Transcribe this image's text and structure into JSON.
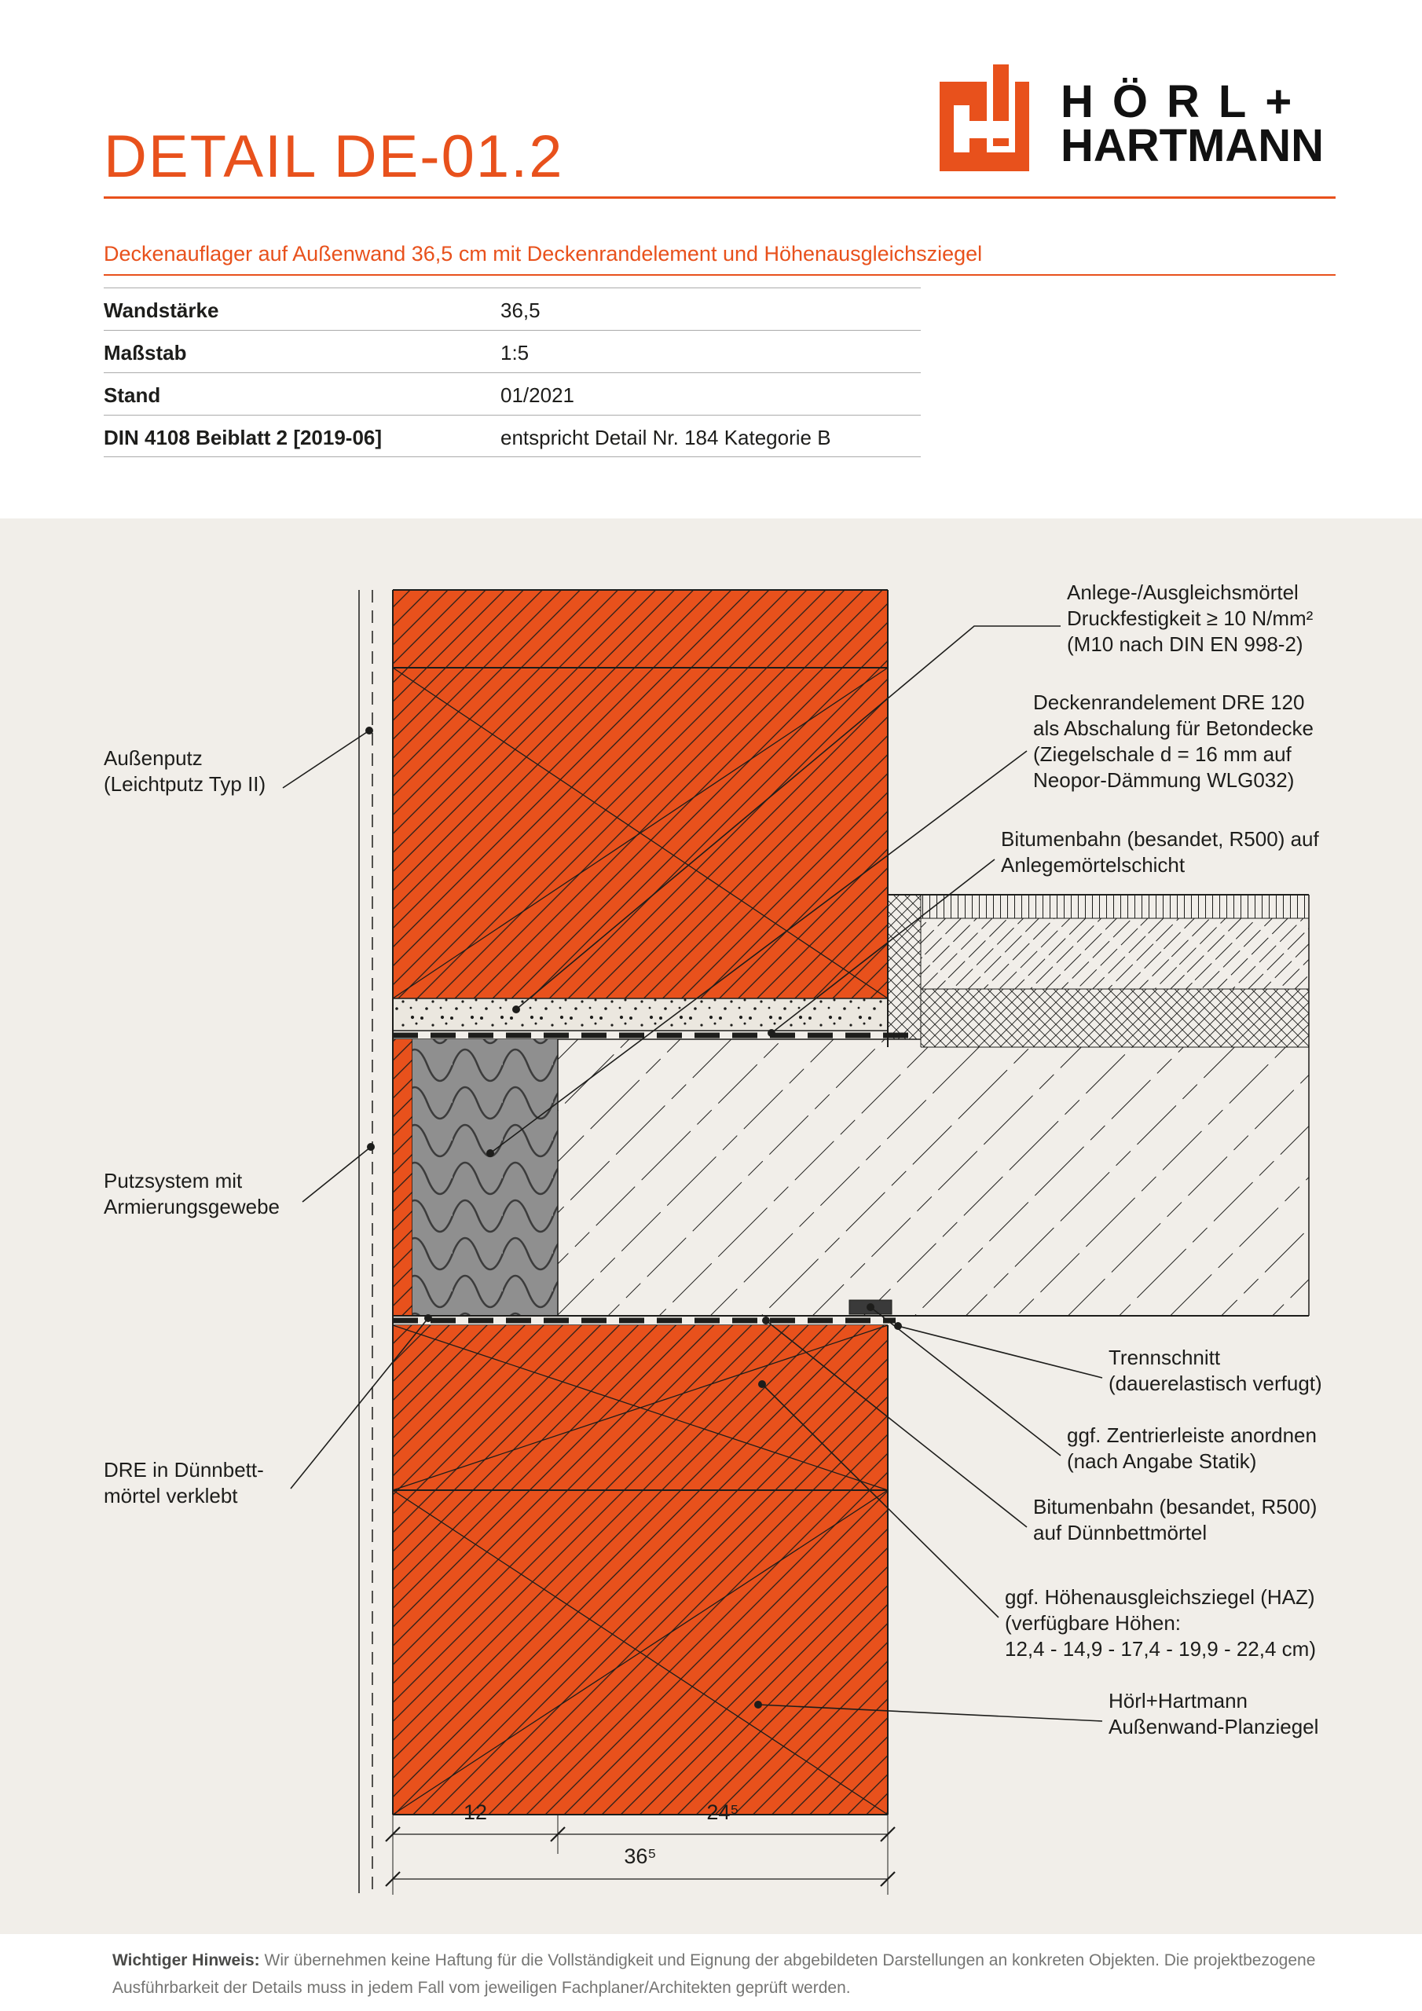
{
  "colors": {
    "accent": "#E8511C",
    "ink": "#1D1D1B",
    "canvas": "#F1EEE9",
    "insulation": "#8F8F8F"
  },
  "header": {
    "title": "DETAIL DE-01.2",
    "subtitle": "Deckenauflager auf Außenwand 36,5 cm mit Deckenrandelement und Höhenausgleichsziegel",
    "logo": {
      "line1": "HÖRL+",
      "line2": "HARTMANN"
    }
  },
  "spec_table": {
    "rows": [
      {
        "label": "Wandstärke",
        "value": "36,5"
      },
      {
        "label": "Maßstab",
        "value": "1:5"
      },
      {
        "label": "Stand",
        "value": "01/2021"
      },
      {
        "label": "DIN 4108 Beiblatt 2 [2019-06]",
        "value": "entspricht Detail Nr. 184 Kategorie B"
      }
    ]
  },
  "drawing": {
    "labels_left": [
      {
        "lines": [
          "Außenputz",
          "(Leichtputz Typ II)"
        ]
      },
      {
        "lines": [
          "Putzsystem mit",
          "Armierungsgewebe"
        ]
      },
      {
        "lines": [
          "DRE in Dünnbett-",
          "mörtel verklebt"
        ]
      }
    ],
    "labels_right": [
      {
        "lines": [
          "Anlege-/Ausgleichsmörtel",
          "Druckfestigkeit ≥ 10 N/mm²",
          "(M10 nach DIN EN 998-2)"
        ]
      },
      {
        "lines": [
          "Deckenrandelement DRE 120",
          "als Abschalung für Betondecke",
          "(Ziegelschale d = 16 mm auf",
          "Neopor-Dämmung WLG032)"
        ]
      },
      {
        "lines": [
          "Bitumenbahn (besandet, R500) auf",
          "Anlegemörtelschicht"
        ]
      },
      {
        "lines": [
          "Trennschnitt",
          "(dauerelastisch verfugt)"
        ]
      },
      {
        "lines": [
          "ggf. Zentrierleiste anordnen",
          "(nach Angabe Statik)"
        ]
      },
      {
        "lines": [
          "Bitumenbahn (besandet, R500)",
          "auf Dünnbettmörtel"
        ]
      },
      {
        "lines": [
          "ggf. Höhenausgleichsziegel (HAZ)",
          "(verfügbare Höhen:",
          "12,4 - 14,9 - 17,4 - 19,9 - 22,4 cm)"
        ]
      },
      {
        "lines": [
          "Hörl+Hartmann",
          "Außenwand-Planziegel"
        ]
      }
    ],
    "dimensions": {
      "width_left": "12",
      "width_right": "24⁵",
      "width_total": "36⁵"
    }
  },
  "footer": {
    "note_label": "Wichtiger Hinweis:",
    "note_text": "Wir übernehmen keine Haftung für die Vollständigkeit und Eignung der abgebildeten Darstellungen an konkreten Objekten. Die projektbezogene Ausführbarkeit der Details muss in jedem Fall vom jeweiligen Fachplaner/Architekten geprüft werden."
  }
}
